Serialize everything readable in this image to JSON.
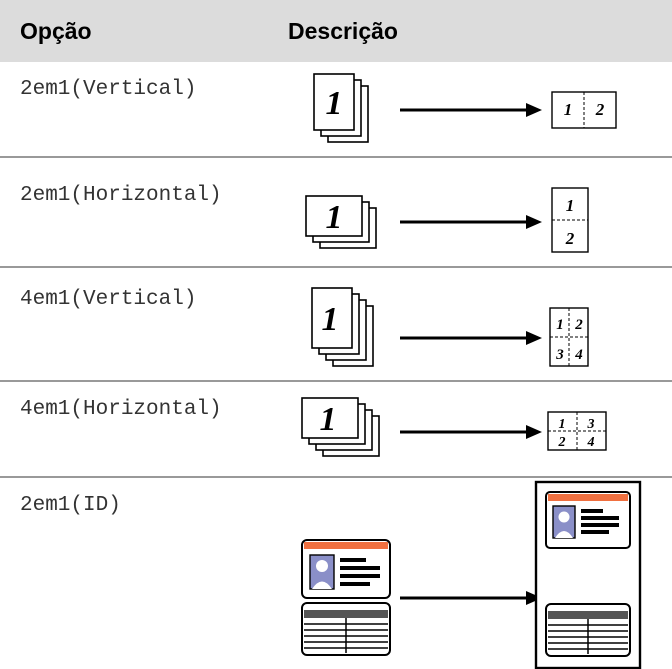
{
  "table": {
    "headers": {
      "option": "Opção",
      "description": "Descrição"
    },
    "rows": [
      {
        "option": "2em1(Vertical)",
        "pages": [
          "1",
          "2"
        ]
      },
      {
        "option": "2em1(Horizontal)",
        "pages": [
          "1",
          "2"
        ]
      },
      {
        "option": "4em1(Vertical)",
        "pages": [
          "1",
          "2",
          "3",
          "4"
        ]
      },
      {
        "option": "4em1(Horizontal)",
        "pages": [
          "1",
          "3",
          "2",
          "4"
        ]
      },
      {
        "option": "2em1(ID)"
      }
    ]
  },
  "source_page_number": "1",
  "colors": {
    "header_bg": "#dcdcdc",
    "separator": "#999999",
    "id_card_stripe": "#f07040",
    "id_card_photo": "#8a8fc8"
  }
}
